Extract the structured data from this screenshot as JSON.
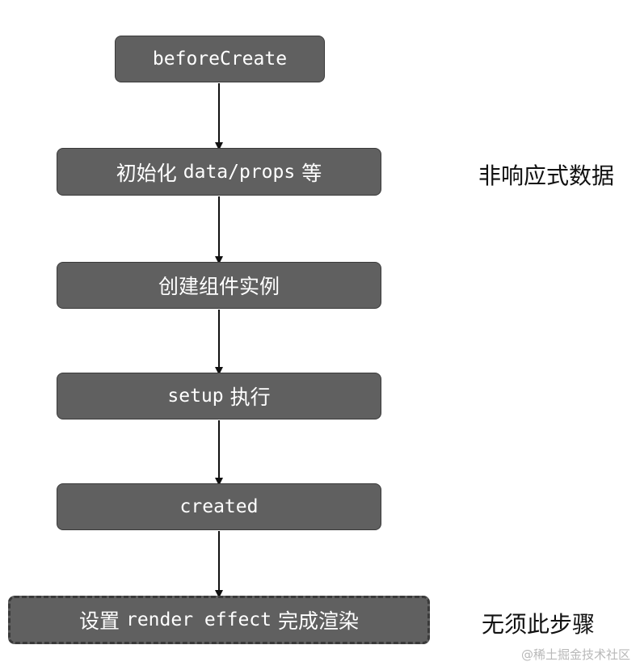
{
  "nodes": {
    "before_create": "beforeCreate",
    "init_prefix": "初始化",
    "init_code": "data/props",
    "init_suffix": "等",
    "create_instance": "创建组件实例",
    "setup_code": "setup",
    "setup_suffix": "执行",
    "created": "created",
    "render_prefix": "设置",
    "render_code": "render effect",
    "render_suffix": "完成渲染"
  },
  "annotations": {
    "non_reactive": "非响应式数据",
    "not_needed": "无须此步骤"
  },
  "watermark": "@稀土掘金技术社区",
  "colors": {
    "node_fill": "#606060",
    "node_border": "#3a3a3a",
    "arrow": "#111111"
  }
}
